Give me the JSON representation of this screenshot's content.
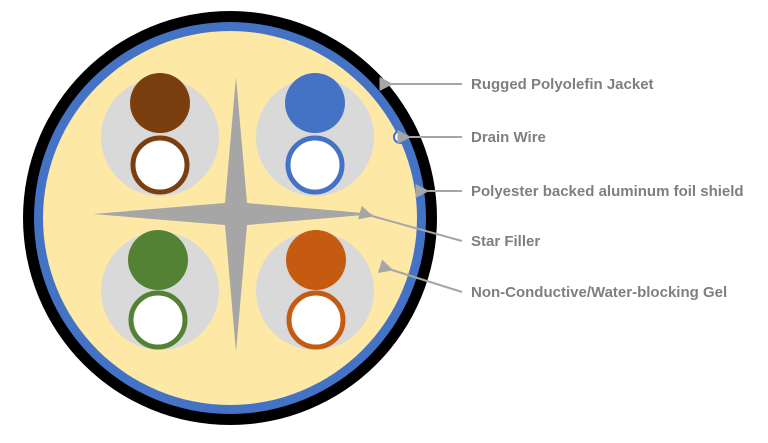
{
  "colors": {
    "jacket": "#000000",
    "foil_shield": "#4472c4",
    "gel_fill": "#fde8a6",
    "star_filler": "#a6a6a6",
    "pair_background": "#d9d9d9",
    "drain_wire": "#ffffff",
    "leader_lines": "#a6a6a6",
    "label_text": "#7f7f7f",
    "pair_colors": {
      "brown": "#7b3f0f",
      "blue": "#4472c4",
      "green": "#548235",
      "orange": "#c55a11",
      "white": "#ffffff"
    }
  },
  "pairs": [
    {
      "name": "brown-pair",
      "solid_color": "brown",
      "striped_color": "brown"
    },
    {
      "name": "blue-pair",
      "solid_color": "blue",
      "striped_color": "blue"
    },
    {
      "name": "green-pair",
      "solid_color": "green",
      "striped_color": "green"
    },
    {
      "name": "orange-pair",
      "solid_color": "orange",
      "striped_color": "orange"
    }
  ],
  "labels": {
    "jacket": "Rugged Polyolefin Jacket",
    "drain_wire": "Drain Wire",
    "foil_shield": "Polyester backed aluminum foil shield",
    "star_filler": "Star Filler",
    "gel": "Non-Conductive/Water-blocking Gel"
  }
}
